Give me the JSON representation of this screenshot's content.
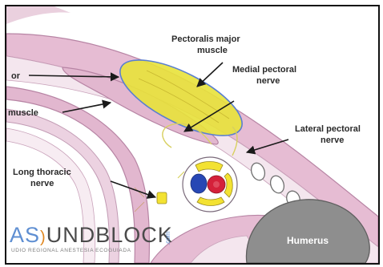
{
  "labels": {
    "pectoralis_major_line1": "Pectoralis major",
    "pectoralis_major_line2": "muscle",
    "medial_pectoral_line1": "Medial pectoral",
    "medial_pectoral_line2": "nerve",
    "lateral_pectoral_line1": "Lateral pectoral",
    "lateral_pectoral_line2": "nerve",
    "long_thoracic_line1": "Long thoracic",
    "long_thoracic_line2": "nerve",
    "partial_label_top": "or",
    "partial_label_muscle": "muscle",
    "humerus": "Humerus"
  },
  "watermark": {
    "brand_part1": "A",
    "brand_part2": "S",
    "brand_part3": "UNDBLOCK",
    "brand_com": ".com",
    "tagline": "UDIO REGIONAL ANESTESIA ECOGUIADA"
  },
  "colors": {
    "muscle_pink": "#e2b7cf",
    "muscle_outline": "#b784a4",
    "highlight_yellow": "#e8e23a",
    "highlight_outline": "#5a7fd0",
    "nerve_yellow": "#f3e232",
    "artery_red": "#d4213a",
    "vein_blue": "#2747b4",
    "humerus_gray": "#8e8e8e",
    "brand_blue": "#5f8fd2"
  }
}
